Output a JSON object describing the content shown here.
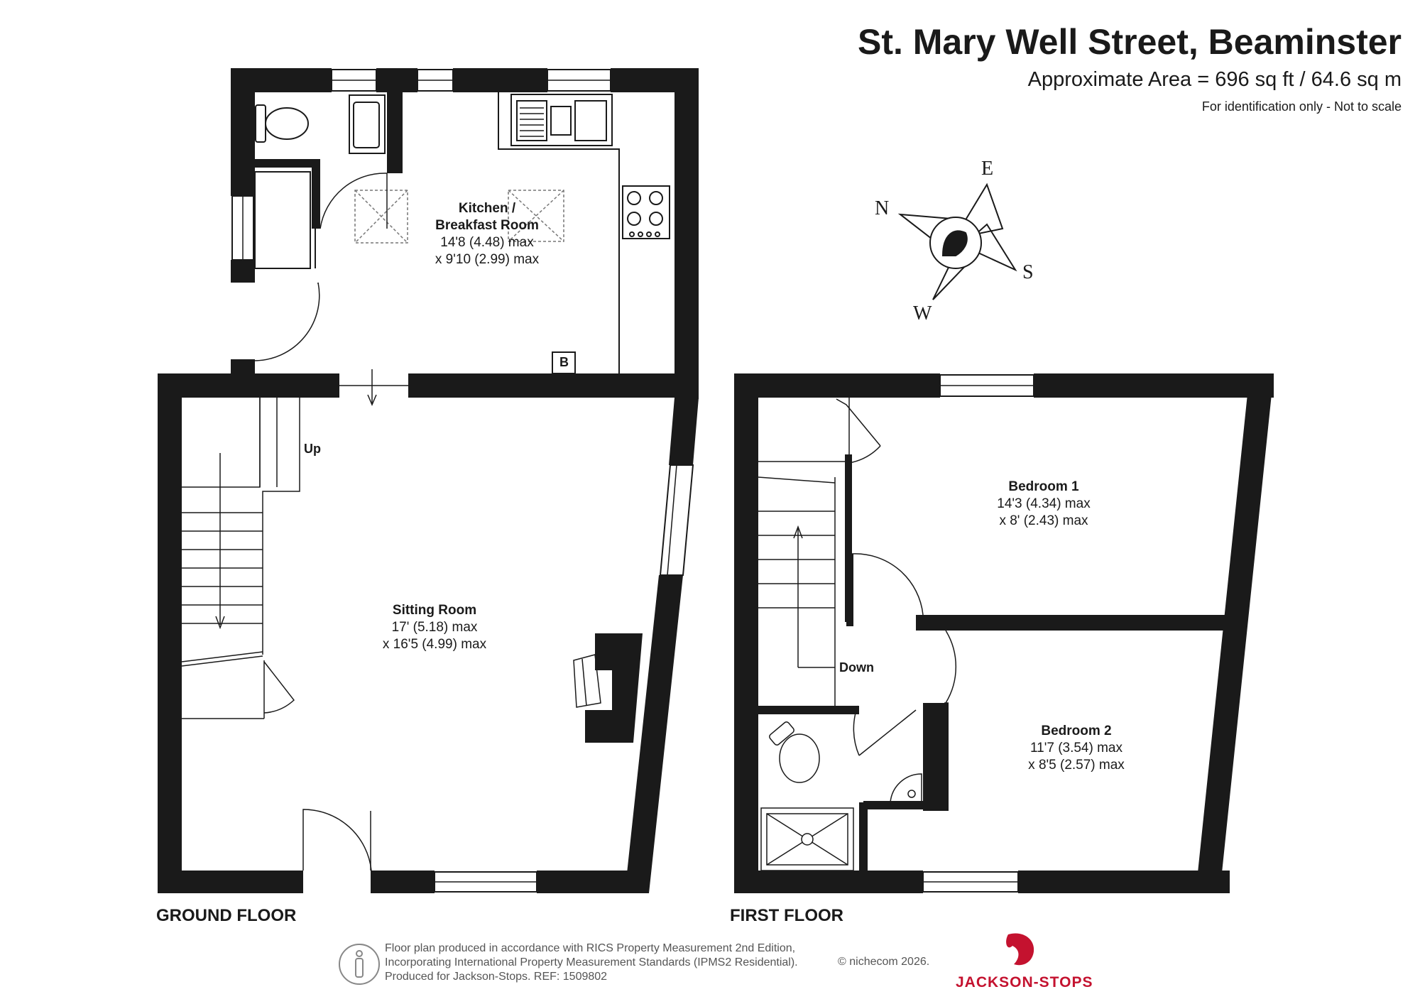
{
  "header": {
    "title": "St. Mary Well Street, Beaminster",
    "area": "Approximate Area = 696 sq ft / 64.6 sq m",
    "note": "For identification only - Not to scale"
  },
  "compass": {
    "n": "N",
    "e": "E",
    "s": "S",
    "w": "W"
  },
  "ground_floor": {
    "label": "GROUND FLOOR",
    "kitchen": {
      "name_line1": "Kitchen /",
      "name_line2": "Breakfast Room",
      "dim1": "14'8 (4.48) max",
      "dim2": "x 9'10 (2.99) max"
    },
    "sitting": {
      "name": "Sitting Room",
      "dim1": "17' (5.18) max",
      "dim2": "x 16'5 (4.99) max"
    },
    "stairs_up": "Up",
    "boiler": "B"
  },
  "first_floor": {
    "label": "FIRST FLOOR",
    "bedroom1": {
      "name": "Bedroom 1",
      "dim1": "14'3 (4.34) max",
      "dim2": "x 8' (2.43) max"
    },
    "bedroom2": {
      "name": "Bedroom 2",
      "dim1": "11'7 (3.54) max",
      "dim2": "x 8'5 (2.57) max"
    },
    "stairs_down": "Down"
  },
  "footer": {
    "line1": "Floor plan produced in accordance with RICS Property Measurement 2nd Edition,",
    "line2": "Incorporating International Property Measurement Standards (IPMS2 Residential).",
    "line3": "Produced for Jackson-Stops.   REF:  1509802",
    "copyright": "© nichecom 2026.",
    "brand": "JACKSON-STOPS"
  },
  "colors": {
    "wall": "#1a1a1a",
    "brand": "#c4122f"
  }
}
